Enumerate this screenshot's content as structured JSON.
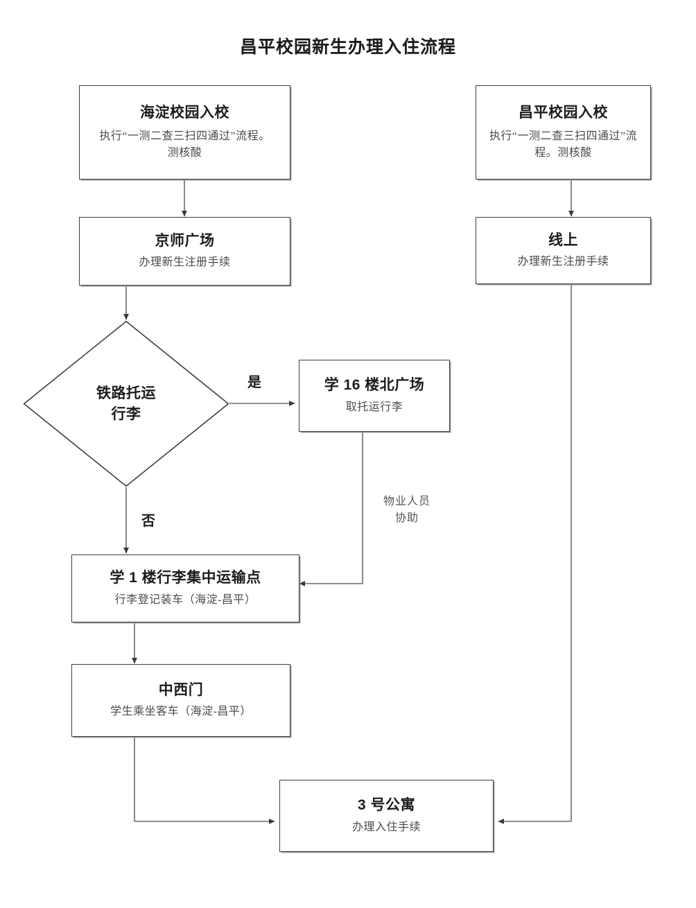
{
  "chart_data": {
    "type": "diagram",
    "diagram_kind": "flowchart",
    "title": "昌平校园新生办理入住流程",
    "orientation": "top-to-bottom",
    "colors": {
      "background": "#ffffff",
      "node_border": "#3d3d3d",
      "node_fill": "#ffffff",
      "title_text": "#1a1a1a",
      "subtitle_text": "#4a4a4a",
      "edge_line": "#5a5a5a"
    },
    "nodes": [
      {
        "id": "haidian-entry",
        "shape": "rect",
        "title": "海淀校园入校",
        "subtitle": "执行“一测二查三扫四通过”流程。测核酸",
        "column": "left"
      },
      {
        "id": "changping-entry",
        "shape": "rect",
        "title": "昌平校园入校",
        "subtitle": "执行“一测二查三扫四通过”流程。测核酸",
        "column": "right"
      },
      {
        "id": "jingshi-square",
        "shape": "rect",
        "title": "京师广场",
        "subtitle": "办理新生注册手续",
        "column": "left"
      },
      {
        "id": "online",
        "shape": "rect",
        "title": "线上",
        "subtitle": "办理新生注册手续",
        "column": "right"
      },
      {
        "id": "railway-decision",
        "shape": "diamond",
        "title_line1": "铁路托运",
        "title_line2": "行李",
        "column": "left"
      },
      {
        "id": "building16-north-square",
        "shape": "rect",
        "title": "学 16 楼北广场",
        "subtitle": "取托运行李",
        "column": "middle"
      },
      {
        "id": "building1-luggage-point",
        "shape": "rect",
        "title": "学 1 楼行李集中运输点",
        "subtitle": "行李登记装车（海淀-昌平）",
        "column": "left"
      },
      {
        "id": "zhongxi-gate",
        "shape": "rect",
        "title": "中西门",
        "subtitle": "学生乘坐客车（海淀-昌平）",
        "column": "left"
      },
      {
        "id": "apartment-3",
        "shape": "rect",
        "title": "3 号公寓",
        "subtitle": "办理入住手续",
        "column": "bottom"
      }
    ],
    "edges": [
      {
        "from": "haidian-entry",
        "to": "jingshi-square",
        "label": ""
      },
      {
        "from": "changping-entry",
        "to": "online",
        "label": ""
      },
      {
        "from": "jingshi-square",
        "to": "railway-decision",
        "label": ""
      },
      {
        "from": "railway-decision",
        "to": "building16-north-square",
        "label": "是"
      },
      {
        "from": "railway-decision",
        "to": "building1-luggage-point",
        "label": "否"
      },
      {
        "from": "building16-north-square",
        "to": "building1-luggage-point",
        "label": "物业人员协助"
      },
      {
        "from": "building1-luggage-point",
        "to": "zhongxi-gate",
        "label": ""
      },
      {
        "from": "zhongxi-gate",
        "to": "apartment-3",
        "label": ""
      },
      {
        "from": "online",
        "to": "apartment-3",
        "label": ""
      }
    ],
    "edge_labels": {
      "yes": "是",
      "no": "否",
      "assist_line1": "物业人员",
      "assist_line2": "协助"
    }
  }
}
